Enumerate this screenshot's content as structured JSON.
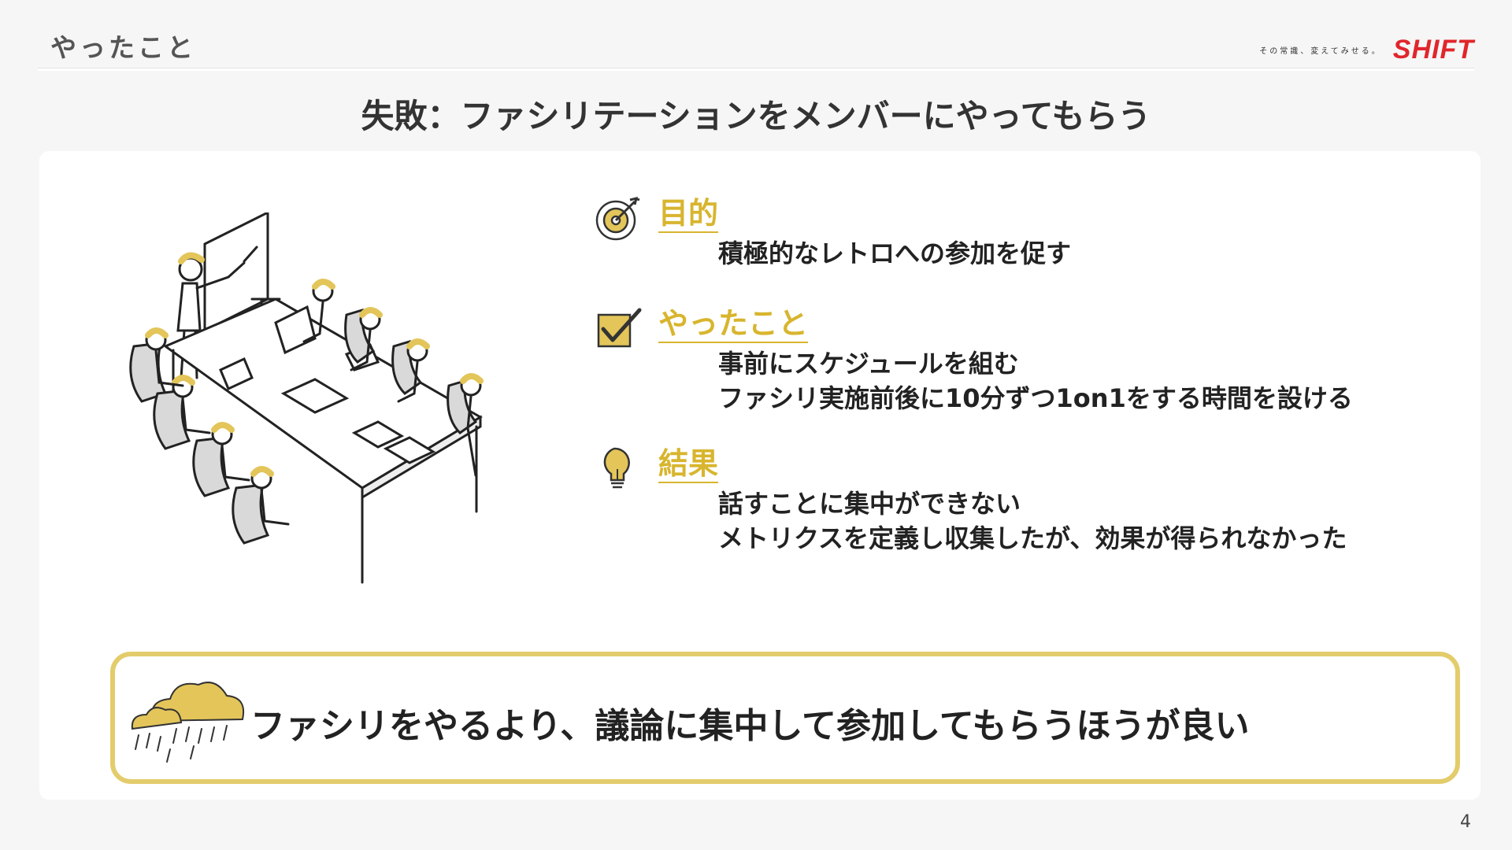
{
  "header": {
    "section_title": "やったこと",
    "logo_tagline": "その常識、変えてみせる。",
    "logo_word": "SHIFT"
  },
  "slide": {
    "title": "失敗：ファシリテーションをメンバーにやってもらう"
  },
  "sections": [
    {
      "icon": "target-icon",
      "heading": "目的",
      "lines": [
        "積極的なレトロへの参加を促す"
      ]
    },
    {
      "icon": "checkbox-icon",
      "heading": "やったこと",
      "lines": [
        "事前にスケジュールを組む",
        "ファシリ実施前後に10分ずつ1on1をする時間を設ける"
      ]
    },
    {
      "icon": "lightbulb-icon",
      "heading": "結果",
      "lines": [
        "話すことに集中ができない",
        "メトリクスを定義し収集したが、効果が得られなかった"
      ]
    }
  ],
  "conclusion": {
    "icon": "rain-cloud-icon",
    "text": "ファシリをやるより、議論に集中して参加してもらうほうが良い"
  },
  "footer": {
    "page_number": "4"
  },
  "colors": {
    "accent": "#d8b52e",
    "border_yellow": "#e3cc6b",
    "brand_red": "#e0262c",
    "background": "#f6f6f6"
  }
}
